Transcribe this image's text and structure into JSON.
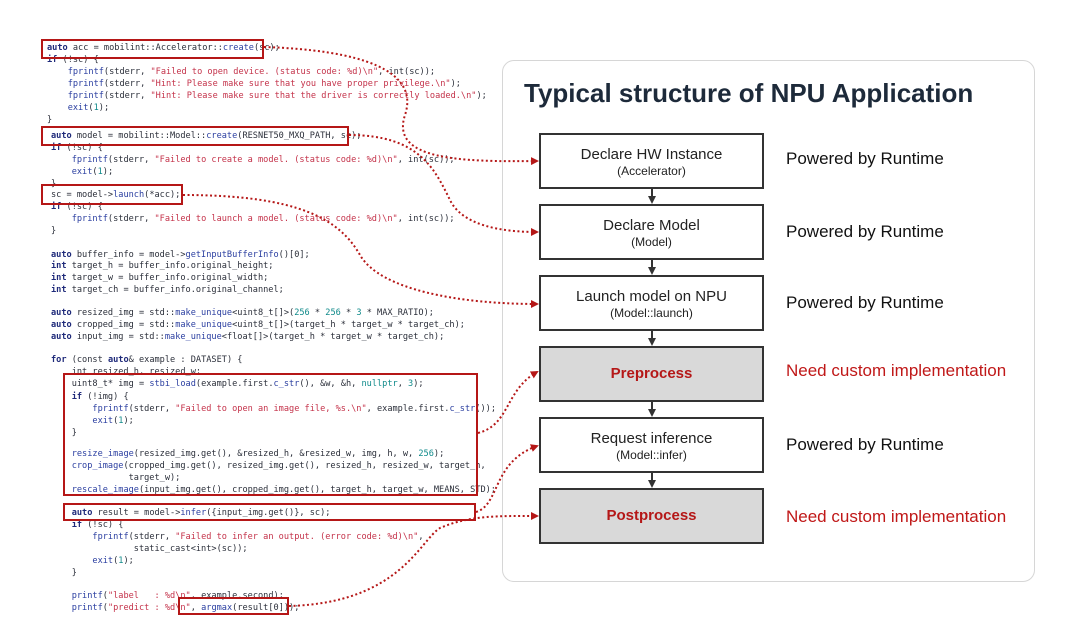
{
  "title": "Typical structure of NPU Application",
  "steps": [
    {
      "label": "Declare HW Instance",
      "sub": "(Accelerator)",
      "status": "Powered by Runtime",
      "custom": false
    },
    {
      "label": "Declare Model",
      "sub": "(Model)",
      "status": "Powered by Runtime",
      "custom": false
    },
    {
      "label": "Launch model on NPU",
      "sub": "(Model::launch)",
      "status": "Powered by Runtime",
      "custom": false
    },
    {
      "label": "Preprocess",
      "sub": "",
      "status": "Need custom implementation",
      "custom": true
    },
    {
      "label": "Request inference",
      "sub": "(Model::infer)",
      "status": "Powered by Runtime",
      "custom": false
    },
    {
      "label": "Postprocess",
      "sub": "",
      "status": "Need custom implementation",
      "custom": true
    }
  ],
  "code_lines": [
    [
      {
        "t": "auto",
        "c": "kw"
      },
      {
        "t": " acc = mobilint::Accelerator::"
      },
      {
        "t": "create",
        "c": "fn"
      },
      {
        "t": "(sc);"
      }
    ],
    [
      {
        "t": "if",
        "c": "kw"
      },
      {
        "t": " (!sc) {"
      }
    ],
    [
      {
        "t": "    "
      },
      {
        "t": "fprintf",
        "c": "fn"
      },
      {
        "t": "(stderr, "
      },
      {
        "t": "\"Failed to open device. (status code: %d)\\n\"",
        "c": "st"
      },
      {
        "t": ", int(sc));"
      }
    ],
    [
      {
        "t": "    "
      },
      {
        "t": "fprintf",
        "c": "fn"
      },
      {
        "t": "(stderr, "
      },
      {
        "t": "\"Hint: Please make sure that you have proper privilege.\\n\"",
        "c": "st"
      },
      {
        "t": ");"
      }
    ],
    [
      {
        "t": "    "
      },
      {
        "t": "fprintf",
        "c": "fn"
      },
      {
        "t": "(stderr, "
      },
      {
        "t": "\"Hint: Please make sure that the driver is correctly loaded.\\n\"",
        "c": "st"
      },
      {
        "t": ");"
      }
    ],
    [
      {
        "t": "    "
      },
      {
        "t": "exit",
        "c": "fn"
      },
      {
        "t": "("
      },
      {
        "t": "1",
        "c": "nm"
      },
      {
        "t": ");"
      }
    ],
    [
      {
        "t": "}"
      }
    ],
    [
      {
        "t": "auto",
        "c": "kw"
      },
      {
        "t": " model = mobilint::Model::"
      },
      {
        "t": "create",
        "c": "fn"
      },
      {
        "t": "(RESNET50_MXQ_PATH, sc);"
      }
    ],
    [
      {
        "t": "if",
        "c": "kw"
      },
      {
        "t": " (!sc) {"
      }
    ],
    [
      {
        "t": "    "
      },
      {
        "t": "fprintf",
        "c": "fn"
      },
      {
        "t": "(stderr, "
      },
      {
        "t": "\"Failed to create a model. (status code: %d)\\n\"",
        "c": "st"
      },
      {
        "t": ", int(sc));"
      }
    ],
    [
      {
        "t": "    "
      },
      {
        "t": "exit",
        "c": "fn"
      },
      {
        "t": "("
      },
      {
        "t": "1",
        "c": "nm"
      },
      {
        "t": ");"
      }
    ],
    [
      {
        "t": "}"
      }
    ],
    [
      {
        "t": "sc = model->"
      },
      {
        "t": "launch",
        "c": "fn"
      },
      {
        "t": "(*acc);"
      }
    ],
    [
      {
        "t": "if",
        "c": "kw"
      },
      {
        "t": " (!sc) {"
      }
    ],
    [
      {
        "t": "    "
      },
      {
        "t": "fprintf",
        "c": "fn"
      },
      {
        "t": "(stderr, "
      },
      {
        "t": "\"Failed to launch a model. (status code: %d)\\n\"",
        "c": "st"
      },
      {
        "t": ", int(sc));"
      }
    ],
    [
      {
        "t": "}"
      }
    ],
    [
      {
        "t": ""
      }
    ],
    [
      {
        "t": "auto",
        "c": "kw"
      },
      {
        "t": " buffer_info = model->"
      },
      {
        "t": "getInputBufferInfo",
        "c": "fn"
      },
      {
        "t": "()[0];"
      }
    ],
    [
      {
        "t": "int",
        "c": "kw"
      },
      {
        "t": " target_h = buffer_info.original_height;"
      }
    ],
    [
      {
        "t": "int",
        "c": "kw"
      },
      {
        "t": " target_w = buffer_info.original_width;"
      }
    ],
    [
      {
        "t": "int",
        "c": "kw"
      },
      {
        "t": " target_ch = buffer_info.original_channel;"
      }
    ],
    [
      {
        "t": ""
      }
    ],
    [
      {
        "t": "auto",
        "c": "kw"
      },
      {
        "t": " resized_img = std::"
      },
      {
        "t": "make_unique",
        "c": "fn"
      },
      {
        "t": "<uint8_t[]>("
      },
      {
        "t": "256",
        "c": "nm"
      },
      {
        "t": " * "
      },
      {
        "t": "256",
        "c": "nm"
      },
      {
        "t": " * "
      },
      {
        "t": "3",
        "c": "nm"
      },
      {
        "t": " * MAX_RATIO);"
      }
    ],
    [
      {
        "t": "auto",
        "c": "kw"
      },
      {
        "t": " cropped_img = std::"
      },
      {
        "t": "make_unique",
        "c": "fn"
      },
      {
        "t": "<uint8_t[]>(target_h * target_w * target_ch);"
      }
    ],
    [
      {
        "t": "auto",
        "c": "kw"
      },
      {
        "t": " input_img = std::"
      },
      {
        "t": "make_unique",
        "c": "fn"
      },
      {
        "t": "<float[]>(target_h * target_w * target_ch);"
      }
    ],
    [
      {
        "t": ""
      }
    ],
    [
      {
        "t": "for",
        "c": "kw"
      },
      {
        "t": " (const "
      },
      {
        "t": "auto",
        "c": "kw"
      },
      {
        "t": "& example : DATASET) {"
      }
    ],
    [
      {
        "t": "    int resized_h, resized_w;"
      }
    ],
    [
      {
        "t": "    uint8_t* img = "
      },
      {
        "t": "stbi_load",
        "c": "fn"
      },
      {
        "t": "(example.first."
      },
      {
        "t": "c_str",
        "c": "fn"
      },
      {
        "t": "(), &w, &h, "
      },
      {
        "t": "nullptr",
        "c": "nm"
      },
      {
        "t": ", "
      },
      {
        "t": "3",
        "c": "nm"
      },
      {
        "t": ");"
      }
    ],
    [
      {
        "t": "    "
      },
      {
        "t": "if",
        "c": "kw"
      },
      {
        "t": " (!img) {"
      }
    ],
    [
      {
        "t": "        "
      },
      {
        "t": "fprintf",
        "c": "fn"
      },
      {
        "t": "(stderr, "
      },
      {
        "t": "\"Failed to open an image file, %s.\\n\"",
        "c": "st"
      },
      {
        "t": ", example.first."
      },
      {
        "t": "c_str",
        "c": "fn"
      },
      {
        "t": "());"
      }
    ],
    [
      {
        "t": "        "
      },
      {
        "t": "exit",
        "c": "fn"
      },
      {
        "t": "("
      },
      {
        "t": "1",
        "c": "nm"
      },
      {
        "t": ");"
      }
    ],
    [
      {
        "t": "    }"
      }
    ],
    [
      {
        "t": ""
      }
    ],
    [
      {
        "t": "    "
      },
      {
        "t": "resize_image",
        "c": "fn"
      },
      {
        "t": "(resized_img.get(), &resized_h, &resized_w, img, h, w, "
      },
      {
        "t": "256",
        "c": "nm"
      },
      {
        "t": ");"
      }
    ],
    [
      {
        "t": "    "
      },
      {
        "t": "crop_image",
        "c": "fn"
      },
      {
        "t": "(cropped_img.get(), resized_img.get(), resized_h, resized_w, target_h,"
      }
    ],
    [
      {
        "t": "               target_w);"
      }
    ],
    [
      {
        "t": "    "
      },
      {
        "t": "rescale_image",
        "c": "fn"
      },
      {
        "t": "(input_img.get(), cropped_img.get(), target_h, target_w, MEANS, STD);"
      }
    ],
    [
      {
        "t": ""
      }
    ],
    [
      {
        "t": "    "
      },
      {
        "t": "auto",
        "c": "kw"
      },
      {
        "t": " result = model->"
      },
      {
        "t": "infer",
        "c": "fn"
      },
      {
        "t": "({input_img.get()}, sc);"
      }
    ],
    [
      {
        "t": "    "
      },
      {
        "t": "if",
        "c": "kw"
      },
      {
        "t": " (!sc) {"
      }
    ],
    [
      {
        "t": "        "
      },
      {
        "t": "fprintf",
        "c": "fn"
      },
      {
        "t": "(stderr, "
      },
      {
        "t": "\"Failed to infer an output. (error code: %d)\\n\"",
        "c": "st"
      },
      {
        "t": ","
      }
    ],
    [
      {
        "t": "                static_cast<int>(sc));"
      }
    ],
    [
      {
        "t": "        "
      },
      {
        "t": "exit",
        "c": "fn"
      },
      {
        "t": "("
      },
      {
        "t": "1",
        "c": "nm"
      },
      {
        "t": ");"
      }
    ],
    [
      {
        "t": "    }"
      }
    ],
    [
      {
        "t": ""
      }
    ],
    [
      {
        "t": "    "
      },
      {
        "t": "printf",
        "c": "fn"
      },
      {
        "t": "("
      },
      {
        "t": "\"label   : %d\\n\"",
        "c": "st"
      },
      {
        "t": ", example.second);"
      }
    ],
    [
      {
        "t": "    "
      },
      {
        "t": "printf",
        "c": "fn"
      },
      {
        "t": "("
      },
      {
        "t": "\"predict : %d\\n\"",
        "c": "st"
      },
      {
        "t": ", "
      },
      {
        "t": "argmax",
        "c": "fn"
      },
      {
        "t": "(result[0]));"
      }
    ]
  ],
  "colors": {
    "highlight": "#b51717",
    "custom_fill": "#d9d9d9",
    "need_text": "#c01818"
  }
}
